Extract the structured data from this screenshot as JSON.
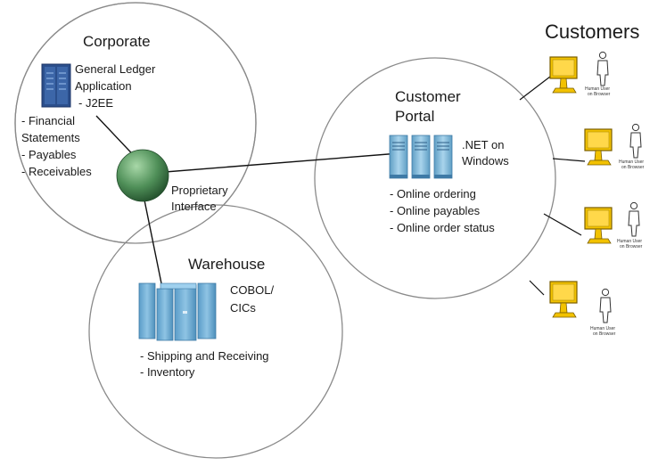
{
  "colors": {
    "circle_stroke": "#8a8a8a",
    "hub_green": "#3f7f4a",
    "server_blue": "#7fb8d9",
    "monitor_yellow": "#f2c200",
    "ledger_blue": "#2b4f8c"
  },
  "corporate": {
    "title": "Corporate",
    "app_lines": [
      "General Ledger",
      "Application",
      "- J2EE"
    ],
    "features": [
      "- Financial",
      "Statements",
      "- Payables",
      "- Receivables"
    ],
    "icon": "server-rack-icon"
  },
  "hub": {
    "label_lines": [
      "Proprietary",
      "Interface"
    ]
  },
  "warehouse": {
    "title": "Warehouse",
    "platform_lines": [
      "COBOL/",
      "CICs"
    ],
    "features": [
      "- Shipping and Receiving",
      "- Inventory"
    ],
    "icon": "mainframe-icon"
  },
  "portal": {
    "title_lines": [
      "Customer",
      "Portal"
    ],
    "platform_lines": [
      ".NET on",
      "Windows"
    ],
    "features": [
      "- Online ordering",
      "- Online payables",
      "- Online order status"
    ],
    "icon": "server-tower-icon"
  },
  "customers": {
    "title": "Customers",
    "user_lines": [
      "Human User",
      "on Browser"
    ],
    "icons": [
      "monitor-icon",
      "human-user-icon"
    ]
  }
}
